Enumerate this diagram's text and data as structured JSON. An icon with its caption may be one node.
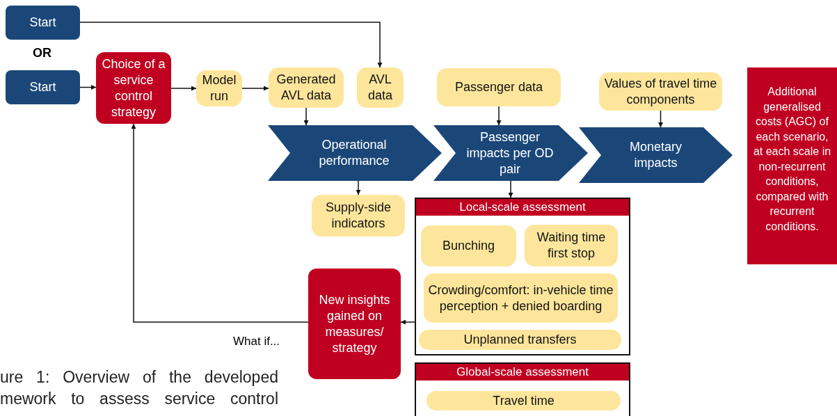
{
  "diagram": {
    "caption": "ure 1: Overview of the developed mework to assess service control",
    "nodes": [
      {
        "text": [
          "Start"
        ]
      },
      {
        "text": [
          "Start"
        ]
      },
      {
        "text": [
          "Choice of a service control strategy"
        ]
      },
      {
        "text": [
          "Model run"
        ]
      },
      {
        "text": [
          "Generated AVL data"
        ]
      },
      {
        "text": [
          "AVL data"
        ]
      },
      {
        "text": [
          "Passenger data"
        ]
      },
      {
        "text": [
          "Values of travel time components"
        ]
      },
      {
        "text": [
          "Operational performance"
        ]
      },
      {
        "text": [
          "Passenger impacts per OD pair"
        ]
      },
      {
        "text": [
          "Monetary impacts"
        ]
      },
      {
        "text": [
          "Additional generalised costs (AGC) of each scenario, at each scale in non-recurrent conditions, compared with recurrent conditions."
        ]
      },
      {
        "text": [
          "Supply-side indicators"
        ]
      },
      {
        "text": [
          "Local-scale assessment"
        ]
      },
      {
        "text": [
          "Bunching"
        ],
        "in": 13
      },
      {
        "text": [
          "Waiting time first stop"
        ],
        "in": 13
      },
      {
        "text": [
          "Crowding/comfort: in-vehicle time perception + denied boarding"
        ],
        "in": 13
      },
      {
        "text": [
          "Unplanned transfers"
        ],
        "in": 13
      },
      {
        "text": [
          "Global-scale assessment"
        ]
      },
      {
        "text": [
          "Travel time"
        ],
        "in": 18
      },
      {
        "text": [
          "New insights gained on measures/ strategy"
        ]
      }
    ],
    "edges": [
      {
        "from": 0,
        "to": 5,
        "arrow": "to"
      },
      {
        "from": 1,
        "to": 2,
        "arrow": "to"
      },
      {
        "from": 2,
        "to": 3,
        "arrow": "to"
      },
      {
        "from": 3,
        "to": 4,
        "arrow": "to"
      },
      {
        "from": 4,
        "to": 8,
        "arrow": "to"
      },
      {
        "from": 6,
        "to": 9,
        "arrow": "to"
      },
      {
        "from": 7,
        "to": 10,
        "arrow": "to"
      },
      {
        "from": 8,
        "to": 12,
        "arrow": "to"
      },
      {
        "from": 9,
        "to": 13,
        "arrow": "to"
      },
      {
        "from": 13,
        "to": 20,
        "arrow": "to"
      },
      {
        "from": 20,
        "to": 2,
        "arrow": "to",
        "label": "What if..."
      }
    ],
    "labels": [
      "OR"
    ]
  }
}
